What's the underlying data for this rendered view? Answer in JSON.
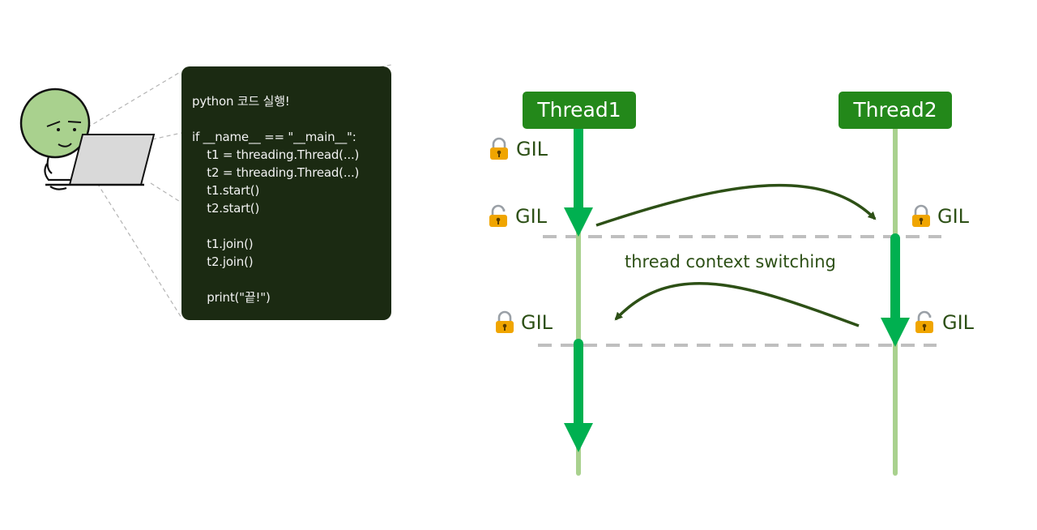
{
  "code": {
    "lines": [
      "python 코드 실행!",
      "",
      "if __name__ == \"__main__\":",
      "    t1 = threading.Thread(...)",
      "    t2 = threading.Thread(...)",
      "    t1.start()",
      "    t2.start()",
      "",
      "    t1.join()",
      "    t2.join()",
      "",
      "    print(\"끝!\")"
    ]
  },
  "threads": {
    "thread1": "Thread1",
    "thread2": "Thread2"
  },
  "gil_label": "GIL",
  "switch_label": "thread context switching",
  "colors": {
    "code_bg": "#1b2a12",
    "thread_label_bg": "#23881a",
    "active": "#00b050",
    "idle": "#a9d18e",
    "arrow": "#2d5016",
    "dash": "#bfbfbf",
    "character": "#a9d18e",
    "laptop": "#d9d9d9"
  },
  "icons": {
    "lock_closed": "lock-icon",
    "lock_open": "unlock-icon"
  }
}
